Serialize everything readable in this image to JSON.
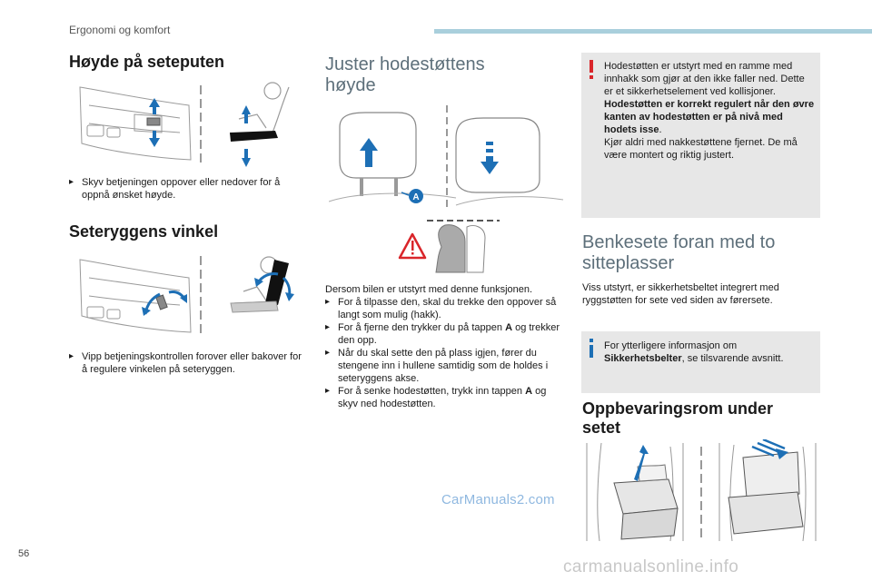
{
  "header": {
    "section": "Ergonomi og komfort"
  },
  "col1": {
    "heading1": "Høyde på seteputen",
    "bullet1": "Skyv betjeningen oppover eller nedover for å oppnå ønsket høyde.",
    "heading2": "Seteryggens vinkel",
    "bullet2": "Vipp betjeningskontrollen forover eller bakover for å regulere vinkelen på seteryggen."
  },
  "col2": {
    "heading": "Juster hodestøttens høyde",
    "callout_label": "A",
    "intro": "Dersom bilen er utstyrt med denne funksjonen.",
    "bullets": [
      "For å tilpasse den, skal du trekke den oppover så langt som mulig (hakk).",
      "For å fjerne den trykker du på tappen ",
      "Når du skal sette den på plass igjen, fører du stengene inn i hullene samtidig som de holdes i seteryggens akse.",
      "For å senke hodestøtten, trykk inn tappen "
    ],
    "bullet2_bold": "A",
    "bullet2_tail": " og trekker den opp.",
    "bullet4_bold": "A",
    "bullet4_tail": " og skyv ned hodestøtten."
  },
  "col3": {
    "warning_p1": "Hodestøtten er utstyrt med en ramme med innhakk som gjør at den ikke faller ned. Dette er et sikkerhetselement ved kollisjoner.",
    "warning_p2_bold": "Hodestøtten er korrekt regulert når den øvre kanten av hodestøtten er på nivå med hodets isse",
    "warning_p2_end": ".",
    "warning_p3": "Kjør aldri med nakkestøttene fjernet. De må være montert og riktig justert.",
    "heading2": "Benkesete foran med to sitteplasser",
    "para": "Viss utstyrt, er sikkerhetsbeltet integrert med ryggstøtten for sete ved siden av førersete.",
    "info_pre": "For ytterligere informasjon om ",
    "info_bold": "Sikkerhetsbelter",
    "info_post": ", se tilsvarende avsnitt.",
    "heading3": "Oppbevaringsrom under setet"
  },
  "footer": {
    "page_number": "56",
    "watermark1": "CarManuals2.com",
    "watermark2": "carmanualsonline.info"
  },
  "colors": {
    "accent_blue": "#1d6fb5",
    "warning_red": "#d9252a",
    "heading_grey": "#5d6f7a"
  }
}
